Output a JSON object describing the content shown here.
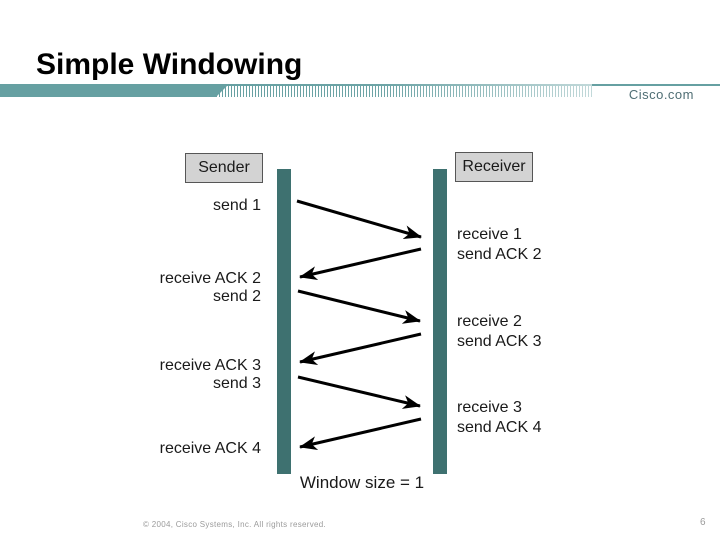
{
  "slide": {
    "title": "Simple Windowing",
    "brand": "Cisco.com",
    "footer": {
      "copyright": "© 2004, Cisco Systems, Inc. All rights reserved.",
      "page_number": "6"
    }
  },
  "diagram": {
    "sender_label": "Sender",
    "receiver_label": "Receiver",
    "window_note": "Window size = 1",
    "left_events": [
      {
        "label": "send 1"
      },
      {
        "label": "receive ACK 2"
      },
      {
        "label": "send 2"
      },
      {
        "label": "receive ACK 3"
      },
      {
        "label": "send 3"
      },
      {
        "label": "receive ACK 4"
      }
    ],
    "right_events": [
      {
        "label": "receive 1"
      },
      {
        "label": "send ACK 2"
      },
      {
        "label": "receive 2"
      },
      {
        "label": "send ACK 3"
      },
      {
        "label": "receive 3"
      },
      {
        "label": "send ACK 4"
      }
    ],
    "arrows": [
      {
        "from": "sender",
        "to": "receiver"
      },
      {
        "from": "receiver",
        "to": "sender"
      },
      {
        "from": "sender",
        "to": "receiver"
      },
      {
        "from": "receiver",
        "to": "sender"
      },
      {
        "from": "sender",
        "to": "receiver"
      },
      {
        "from": "receiver",
        "to": "sender"
      }
    ]
  },
  "colors": {
    "header_teal": "#66A0A2",
    "timeline_teal": "#3E7170",
    "box_fill": "#D3D3D3",
    "arrow_black": "#000000",
    "brand_text": "#4F6E74",
    "footer_gray": "#9B9B9B"
  }
}
